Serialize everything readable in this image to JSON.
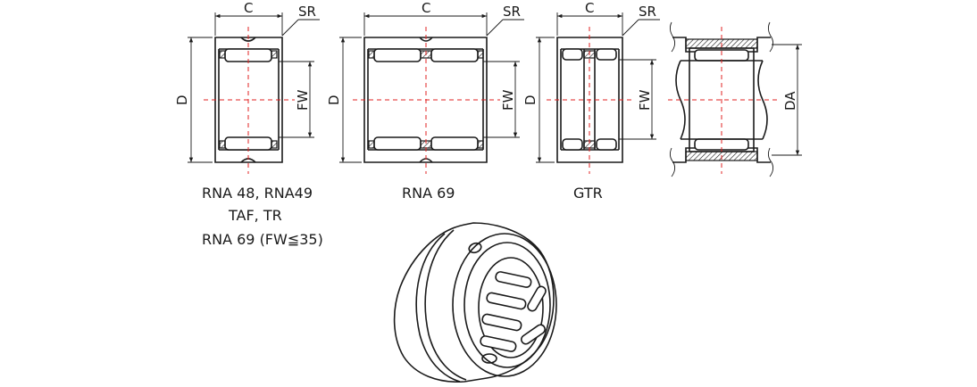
{
  "dimensions": {
    "c": "C",
    "sr": "SR",
    "d": "D",
    "fw": "FW",
    "da": "DA"
  },
  "captions": {
    "first": [
      "RNA 48, RNA49",
      "TAF, TR",
      "RNA 69 (FW≦35)"
    ],
    "second": "RNA 69",
    "third": "GTR"
  }
}
